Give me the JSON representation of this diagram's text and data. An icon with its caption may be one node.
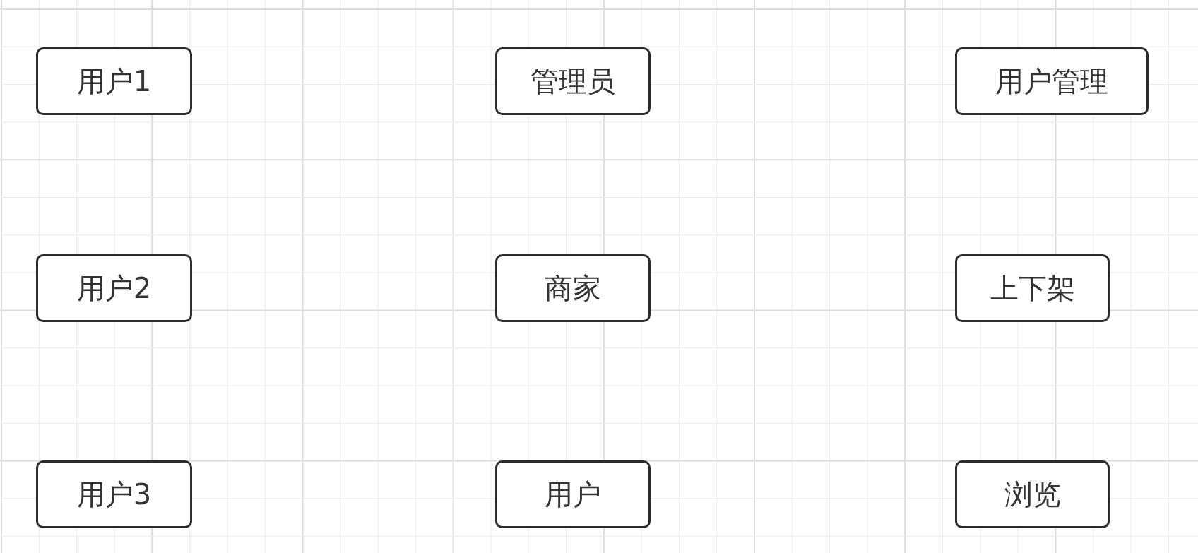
{
  "diagram": {
    "nodes": [
      {
        "text": [
          "用户1"
        ]
      },
      {
        "text": [
          "管理员"
        ]
      },
      {
        "text": [
          "用户管理"
        ]
      },
      {
        "text": [
          "用户2"
        ]
      },
      {
        "text": [
          "商家"
        ]
      },
      {
        "text": [
          "上下架"
        ]
      },
      {
        "text": [
          "用户3"
        ]
      },
      {
        "text": [
          "用户"
        ]
      },
      {
        "text": [
          "浏览"
        ]
      }
    ]
  }
}
